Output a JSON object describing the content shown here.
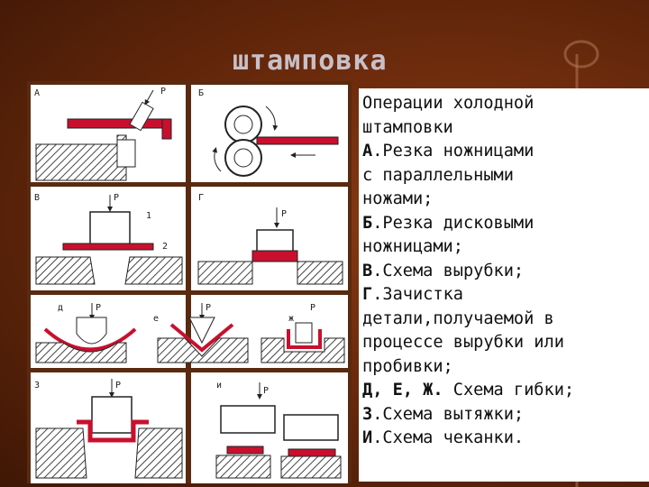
{
  "title": "штамповка",
  "lines": [
    {
      "bold": "",
      "text": "Операции холодной"
    },
    {
      "bold": "",
      "text": "штамповки"
    },
    {
      "bold": "А",
      "text": ".Резка ножницами"
    },
    {
      "bold": "",
      "text": "с параллельными"
    },
    {
      "bold": "",
      "text": "ножами;"
    },
    {
      "bold": "Б",
      "text": ".Резка дисковыми"
    },
    {
      "bold": "",
      "text": "ножницами;"
    },
    {
      "bold": "В",
      "text": ".Схема вырубки;"
    },
    {
      "bold": " Г",
      "text": ".Зачистка"
    },
    {
      "bold": "",
      "text": "детали,получаемой в"
    },
    {
      "bold": "",
      "text": "процессе вырубки или"
    },
    {
      "bold": "",
      "text": "пробивки;"
    },
    {
      "bold": "Д, Е, Ж.",
      "text": " Схема гибки;"
    },
    {
      "bold": "З",
      "text": ".Схема вытяжки;"
    },
    {
      "bold": "И",
      "text": ".Схема чеканки."
    }
  ],
  "panels": {
    "a": {
      "letter": "А",
      "force": "Р"
    },
    "b": {
      "letter": "Б"
    },
    "v": {
      "letter": "В",
      "force": "Р",
      "n1": "1",
      "n2": "2"
    },
    "g": {
      "letter": "Г",
      "force": "Р"
    },
    "d": {
      "letter": "д",
      "force": "Р"
    },
    "e": {
      "letter": "е",
      "force": "Р"
    },
    "zh": {
      "letter": "ж",
      "force": "Р"
    },
    "z": {
      "letter": "З",
      "force": "Р"
    },
    "i": {
      "letter": "и",
      "force": "Р"
    }
  },
  "colors": {
    "accent_red": "#c8102e",
    "hatch": "#444444"
  }
}
